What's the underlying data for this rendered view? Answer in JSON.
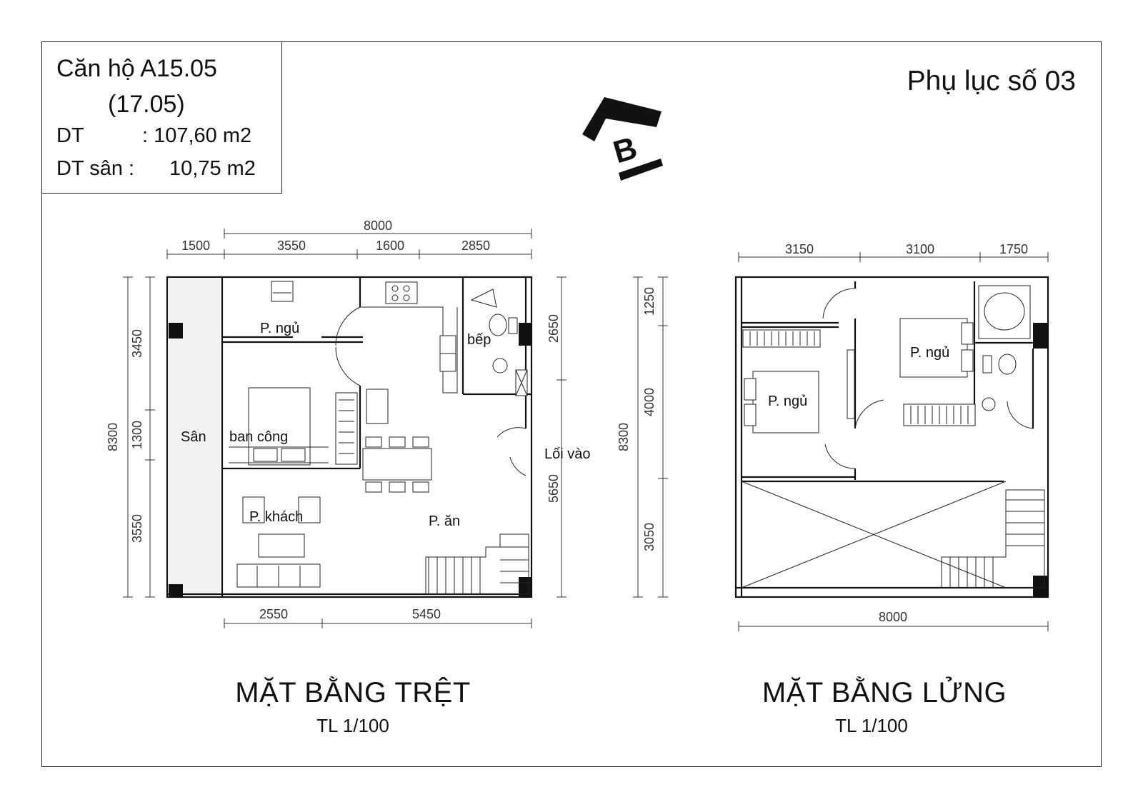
{
  "info": {
    "title_line1": "Căn hộ A15.05",
    "title_line2": "(17.05)",
    "area_label": "DT",
    "area_value": ": 107,60 m2",
    "yard_label": "DT sân :",
    "yard_value": "10,75 m2"
  },
  "appendix": "Phụ lục số 03",
  "logo": {
    "icon": "b-house-logo-icon",
    "letter": "B"
  },
  "ground_floor": {
    "title": "MẶT BẰNG TRỆT",
    "scale": "TL 1/100",
    "dims_top_total": "8000",
    "dims_top": [
      "1500",
      "3550",
      "1600",
      "2850"
    ],
    "dims_bottom": [
      "2550",
      "5450"
    ],
    "dims_left_total": "8300",
    "dims_left": [
      "3450",
      "1300",
      "3550"
    ],
    "dims_right": [
      "2650",
      "5650"
    ],
    "rooms": {
      "bedroom": "P. ngủ",
      "kitchen": "bếp",
      "yard": "Sân",
      "balcony": "ban công",
      "entrance": "Lối vào",
      "living": "P. khách",
      "dining": "P. ăn"
    }
  },
  "mezzanine": {
    "title": "MẶT BẰNG LỬNG",
    "scale": "TL 1/100",
    "dims_top": [
      "3150",
      "3100",
      "1750"
    ],
    "dims_bottom_total": "8000",
    "dims_left_total": "8300",
    "dims_left": [
      "1250",
      "4000",
      "3050"
    ],
    "rooms": {
      "bedroom_right": "P. ngủ",
      "bedroom_left": "P. ngủ"
    }
  }
}
